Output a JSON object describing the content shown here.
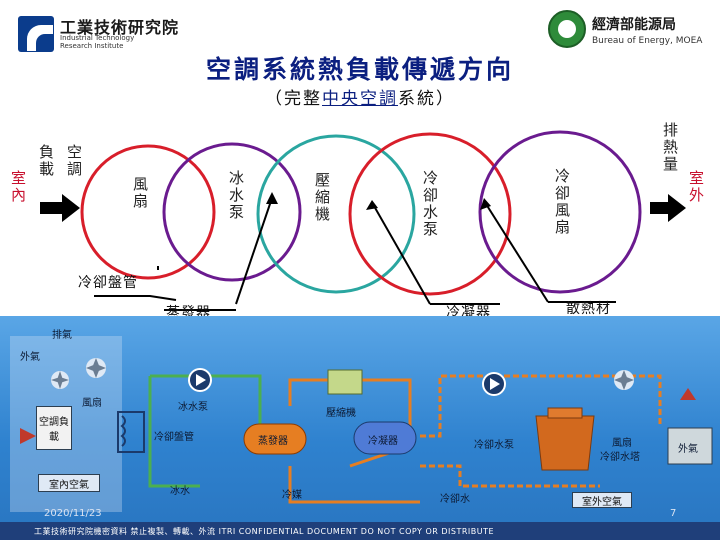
{
  "header": {
    "itri_name_cn": "工業技術研究院",
    "itri_name_en": "Industrial Technology Research Institute",
    "moea_name_cn": "經濟部能源局",
    "moea_name_en": "Bureau of Energy, MOEA"
  },
  "title": "空調系統熱負載傳遞方向",
  "subtitle": {
    "open": "（完整",
    "underlined": "中央空調",
    "close": "系統）"
  },
  "top_diagram": {
    "left_labels": {
      "col1": "負載",
      "col2": "空調",
      "indoor": "室內"
    },
    "right_labels": {
      "heat": "排熱量",
      "outdoor": "室外"
    },
    "circle_labels": {
      "fan": "風扇",
      "chw_pump": "冰水泵",
      "compressor": "壓縮機",
      "cw_pump": "冷卻水泵",
      "tower_fan": "冷卻風扇"
    },
    "callouts": {
      "coil": "冷卻盤管",
      "evaporator": "蒸發器",
      "condenser": "冷凝器",
      "radiator": "散熱材"
    },
    "colors": {
      "red": "#d81e2a",
      "purple": "#6a1b8f",
      "teal": "#2aa6a0",
      "arrow": "#000000"
    }
  },
  "schematic": {
    "exhaust": "排氣",
    "outside_air_left": "外氣",
    "fan_left": "風扇",
    "ac_load": "空調負載",
    "chw_pump": "冰水泵",
    "coil": "冷卻盤管",
    "indoor_air": "室內空氣",
    "chilled_water": "冰水",
    "evaporator": "蒸發器",
    "compressor": "壓縮機",
    "condenser": "冷凝器",
    "refrigerant": "冷媒",
    "cw_pump": "冷卻水泵",
    "fan_right": "風扇",
    "cooling_tower": "冷卻水塔",
    "outside_air_right": "外氣",
    "cooling_water": "冷卻水",
    "outdoor_air": "室外空氣"
  },
  "footer": {
    "date": "2020/11/23",
    "page": "7",
    "confidential": "工業技術研究院機密資料 禁止複製、轉載、外流 ITRI CONFIDENTIAL DOCUMENT DO NOT COPY OR DISTRIBUTE"
  }
}
